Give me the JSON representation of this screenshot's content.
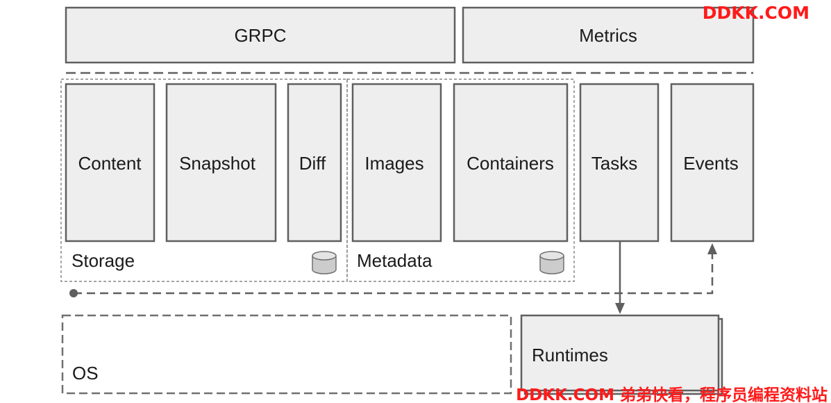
{
  "components": {
    "grpc": "GRPC",
    "metrics": "Metrics",
    "content": "Content",
    "snapshot": "Snapshot",
    "diff": "Diff",
    "images": "Images",
    "containers": "Containers",
    "tasks": "Tasks",
    "events": "Events",
    "runtimes": "Runtimes"
  },
  "groups": {
    "storage": "Storage",
    "metadata": "Metadata",
    "os": "OS"
  },
  "icons": {
    "storage_db": "database-icon",
    "metadata_db": "database-icon"
  },
  "watermarks": {
    "top": "DDKK.COM",
    "bottom": "DDKK.COM 弟弟快看，程序员编程资料站"
  },
  "colors": {
    "box_fill": "#eeeeee",
    "box_stroke": "#5f5f5f",
    "watermark": "#ff1a1a"
  }
}
